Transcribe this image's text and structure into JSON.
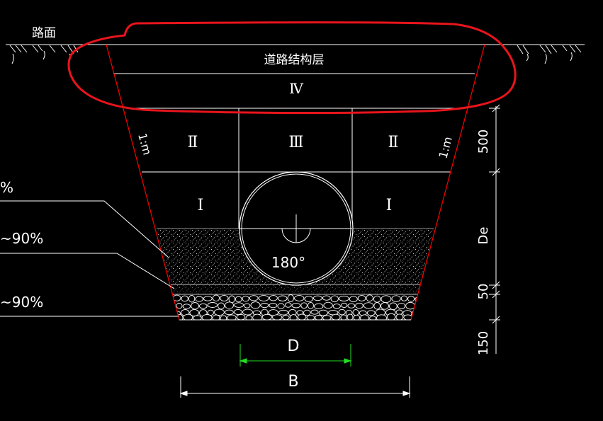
{
  "labels": {
    "road_surface": "路面",
    "road_structure": "道路结构层",
    "zone_iv": "Ⅳ",
    "zone_iii": "Ⅲ",
    "zone_ii_left": "Ⅱ",
    "zone_ii_right": "Ⅱ",
    "zone_i_left": "Ⅰ",
    "zone_i_right": "Ⅰ",
    "slope_left": "1:m",
    "slope_right": "1:m",
    "support_angle": "180°",
    "leader_1": "%",
    "leader_2": "~90%",
    "leader_3": "~90%"
  },
  "dimensions": {
    "d500": "500",
    "dDe": "De",
    "d50": "50",
    "d150": "150",
    "pipe_width": "D",
    "trench_width": "B"
  },
  "colors": {
    "background": "#000000",
    "lines": "#ffffff",
    "trench_edge": "#ff0000",
    "highlight": "#e8141c",
    "pipe_dimension": "#22dd22"
  }
}
